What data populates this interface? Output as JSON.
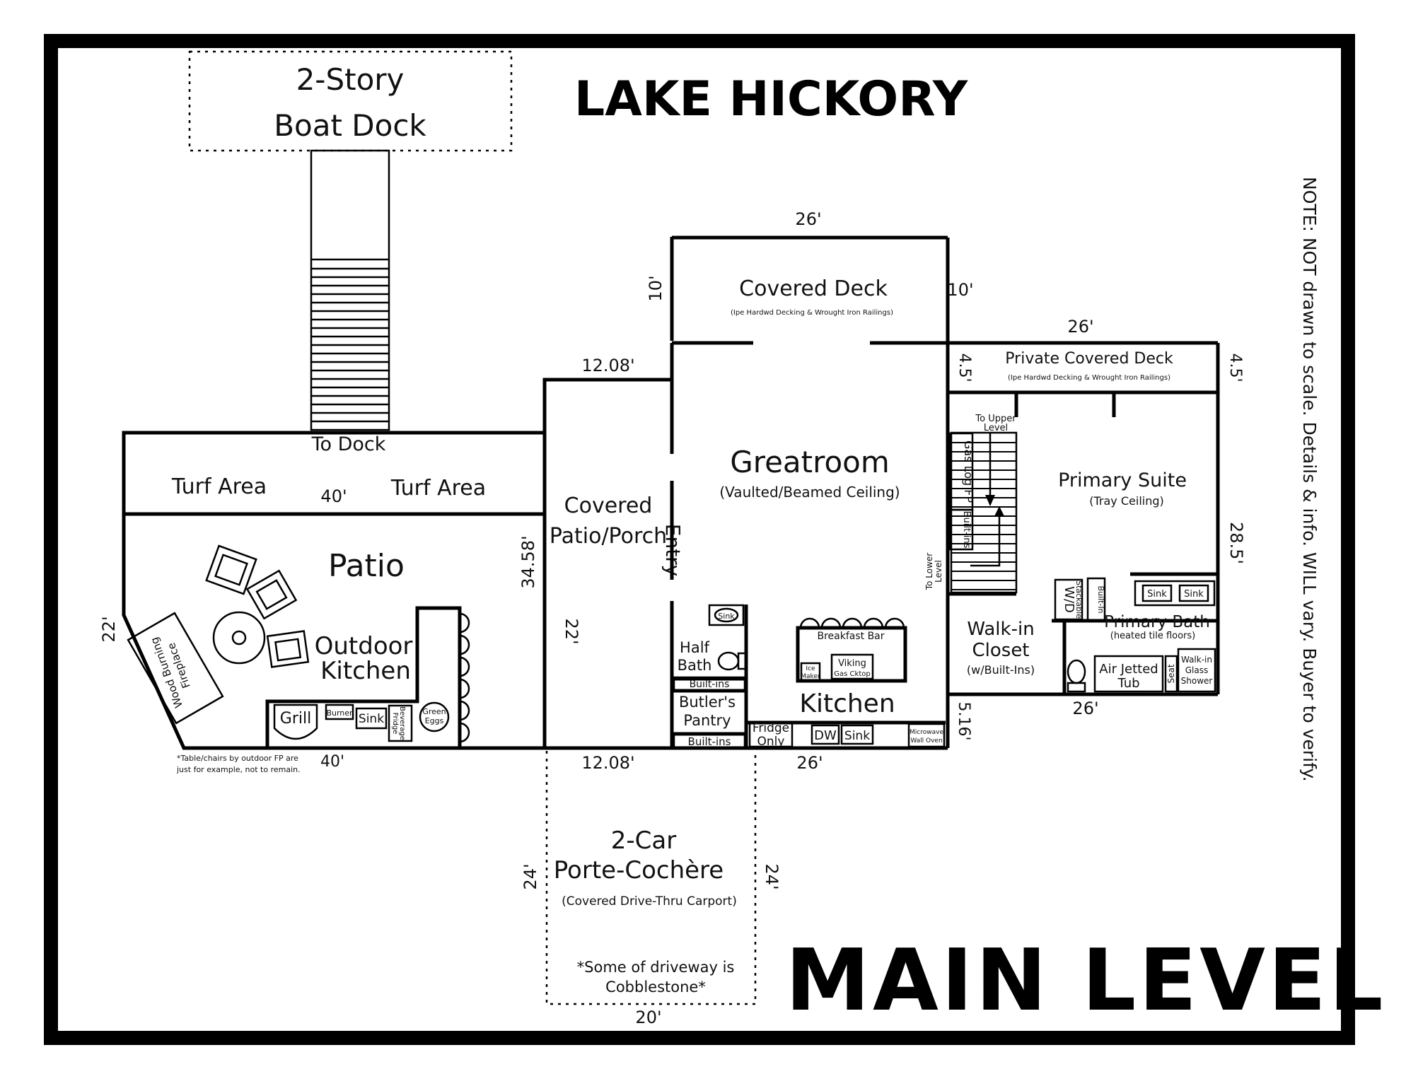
{
  "title": "LAKE HICKORY",
  "level": "MAIN LEVEL",
  "note": "NOTE: NOT drawn to scale. Details & info. WILL vary. Buyer to verify.",
  "dock": {
    "line1": "2-Story",
    "line2": "Boat Dock"
  },
  "to_dock": "To Dock",
  "turf_area": "Turf Area",
  "patio": "Patio",
  "outdoor_kitchen": {
    "line1": "Outdoor",
    "line2": "Kitchen"
  },
  "fireplace": {
    "line1": "Wood Burning",
    "line2": "Fireplace"
  },
  "grill": "Grill",
  "burner": "Burner",
  "sink": "Sink",
  "beverage_fridge": {
    "line1": "Beverage",
    "line2": "Fridge"
  },
  "green_egg": {
    "line1": "Green",
    "line2": "Eggs"
  },
  "table_note": {
    "line1": "*Table/chairs by outdoor FP are",
    "line2": "just for example, not to remain."
  },
  "covered_patio": {
    "line1": "Covered",
    "line2": "Patio/Porch"
  },
  "entry": "Entry",
  "covered_deck": {
    "name": "Covered Deck",
    "detail": "(Ipe Hardwd Decking & Wrought Iron Railings)"
  },
  "greatroom": {
    "name": "Greatroom",
    "detail": "(Vaulted/Beamed Ceiling)"
  },
  "private_deck": {
    "name": "Private Covered Deck",
    "detail": "(Ipe Hardwd Decking & Wrought Iron Railings)"
  },
  "gas_log_fp": "Gas Log FP",
  "built_ins": "Built-ins",
  "to_upper_level": {
    "line1": "To Upper",
    "line2": "Level"
  },
  "to_lower_level": {
    "line1": "To Lower",
    "line2": "Level"
  },
  "primary_suite": {
    "name": "Primary Suite",
    "detail": "(Tray Ceiling)"
  },
  "walkin_closet": {
    "line1": "Walk-in",
    "line2": "Closet",
    "detail": "(w/Built-Ins)"
  },
  "wd": "W/D",
  "stackable": "Stackable",
  "built_in": "Built-In",
  "primary_bath": {
    "name": "Primary Bath",
    "detail": "(heated tile floors)"
  },
  "air_tub": {
    "line1": "Air Jetted",
    "line2": "Tub"
  },
  "seat": "Seat",
  "shower": {
    "line1": "Walk-in",
    "line2": "Glass",
    "line3": "Shower"
  },
  "half_bath": {
    "line1": "Half",
    "line2": "Bath"
  },
  "butlers_pantry": {
    "line1": "Butler's",
    "line2": "Pantry"
  },
  "built_ins_lower": "Built-ins",
  "breakfast_bar": "Breakfast Bar",
  "ice_maker": {
    "line1": "Ice",
    "line2": "Maker"
  },
  "viking": {
    "line1": "Viking",
    "line2": "Gas Cktop"
  },
  "kitchen": "Kitchen",
  "fridge_only": {
    "line1": "Fridge",
    "line2": "Only"
  },
  "dw": "DW",
  "microwave": {
    "line1": "Microwave",
    "line2": "Wall Oven"
  },
  "porte_cochere": {
    "line1": "2-Car",
    "line2": "Porte-Cochère",
    "detail": "(Covered Drive-Thru Carport)"
  },
  "driveway_note": {
    "line1": "*Some of driveway is",
    "line2": "Cobblestone*"
  },
  "dims": {
    "d26_top": "26'",
    "d10_left": "10'",
    "d10_right": "10'",
    "d26_deck": "26'",
    "d45_left": "4.5'",
    "d45_right": "4.5'",
    "d1208_top": "12.08'",
    "d40_turf": "40'",
    "d3458": "34.58'",
    "d22_left": "22'",
    "d22_porch": "22'",
    "d285": "28.5'",
    "d26_bath": "26'",
    "d516": "5.16'",
    "d40_bottom": "40'",
    "d1208_bottom": "12.08'",
    "d26_bottom": "26'",
    "d24_left": "24'",
    "d24_right": "24'",
    "d20": "20'"
  }
}
